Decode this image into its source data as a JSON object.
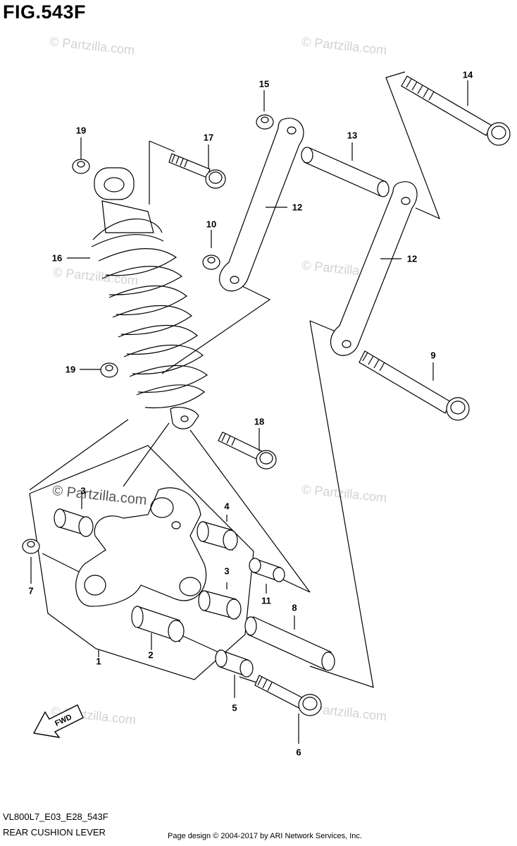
{
  "figure": {
    "title": "FIG.543F",
    "diagram_code": "VL800L7_E03_E28_543F",
    "section_name": "REAR CUSHION LEVER",
    "credit": "Page design © 2004-2017 by ARI Network Services, Inc.",
    "watermark": "© Partzilla.com",
    "fwd_label": "FWD"
  },
  "callouts": [
    {
      "id": "c1",
      "label": "1"
    },
    {
      "id": "c2",
      "label": "2"
    },
    {
      "id": "c3a",
      "label": "3"
    },
    {
      "id": "c3b",
      "label": "3"
    },
    {
      "id": "c4",
      "label": "4"
    },
    {
      "id": "c5",
      "label": "5"
    },
    {
      "id": "c6",
      "label": "6"
    },
    {
      "id": "c7",
      "label": "7"
    },
    {
      "id": "c8",
      "label": "8"
    },
    {
      "id": "c9",
      "label": "9"
    },
    {
      "id": "c10",
      "label": "10"
    },
    {
      "id": "c11",
      "label": "11"
    },
    {
      "id": "c12a",
      "label": "12"
    },
    {
      "id": "c12b",
      "label": "12"
    },
    {
      "id": "c13",
      "label": "13"
    },
    {
      "id": "c14",
      "label": "14"
    },
    {
      "id": "c15",
      "label": "15"
    },
    {
      "id": "c16",
      "label": "16"
    },
    {
      "id": "c17",
      "label": "17"
    },
    {
      "id": "c18",
      "label": "18"
    },
    {
      "id": "c19a",
      "label": "19"
    },
    {
      "id": "c19b",
      "label": "19"
    }
  ]
}
